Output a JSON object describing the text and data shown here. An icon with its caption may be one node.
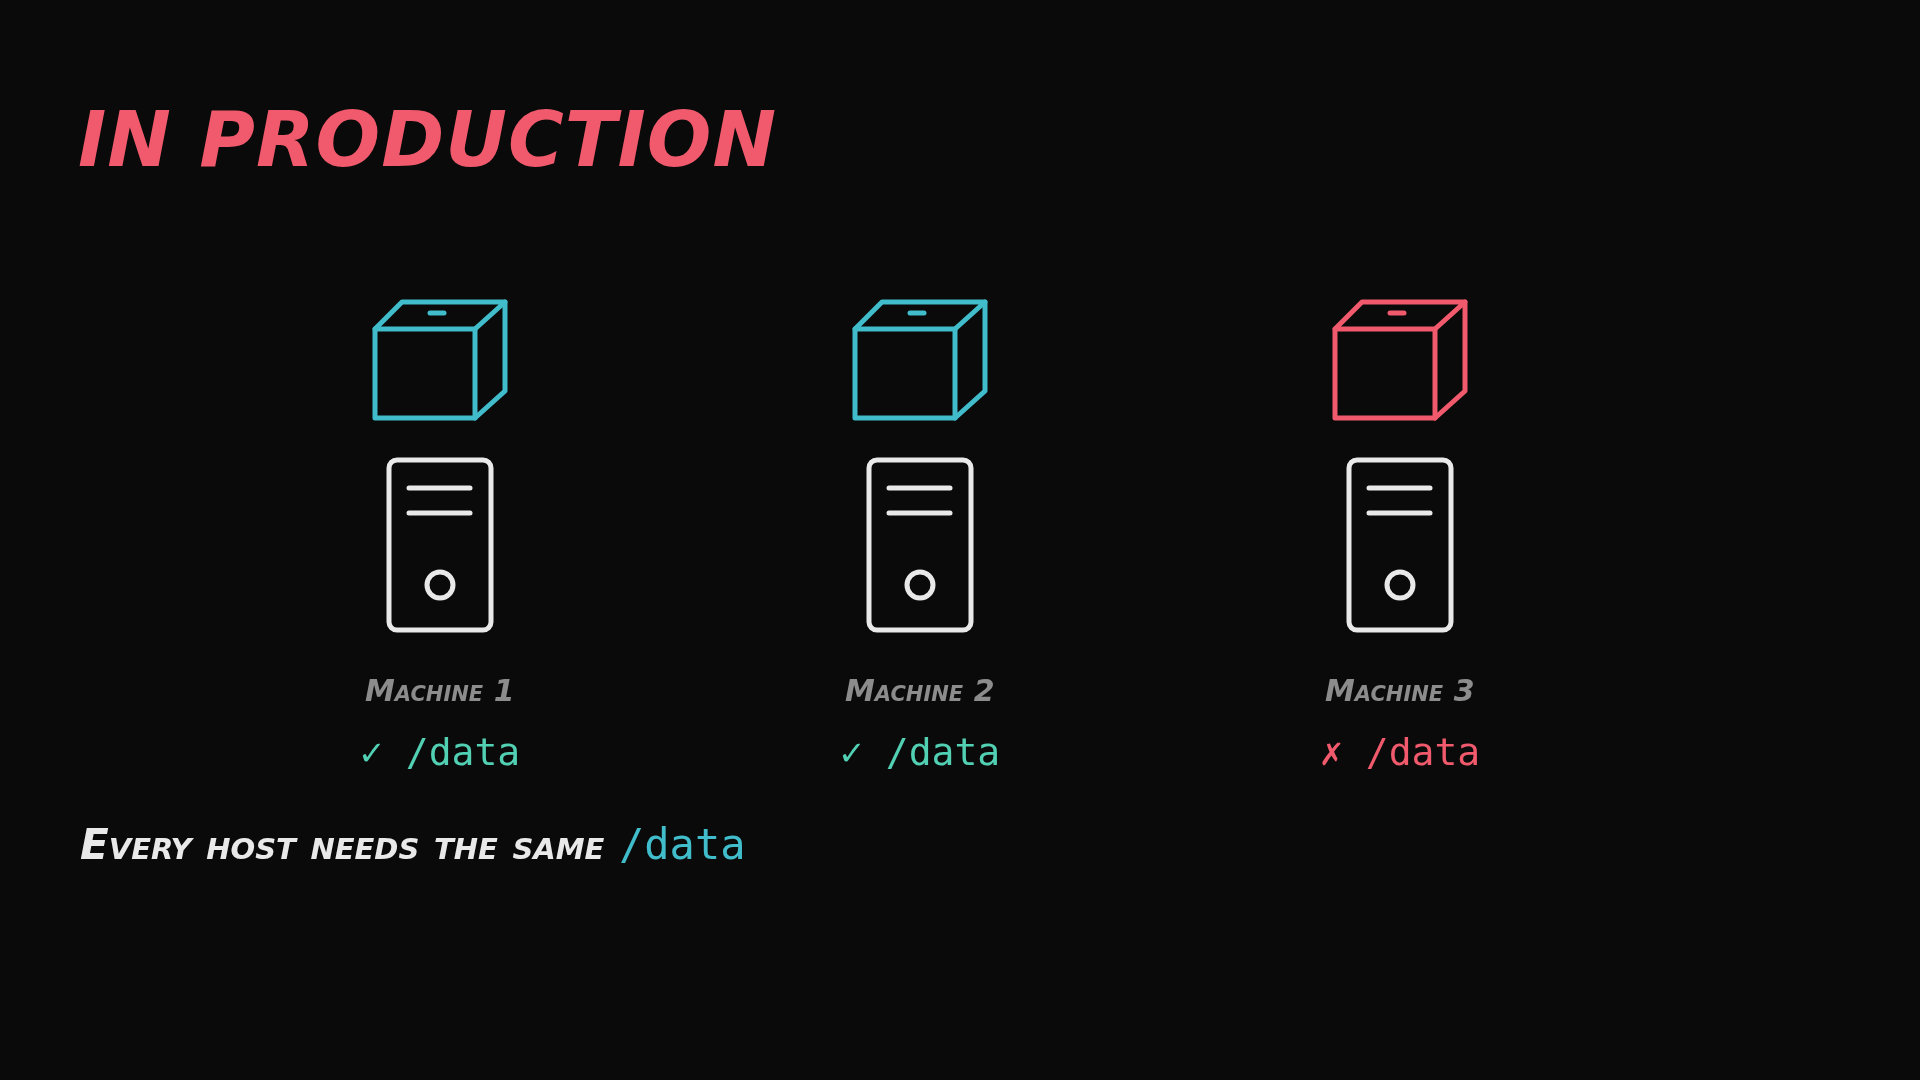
{
  "diagram": {
    "title": "IN PRODUCTION",
    "labels": [
      "Machine 1",
      "✓ /data",
      "Machine 2",
      "✓ /data",
      "Machine 3",
      "✗ /data"
    ],
    "caption": "Every host needs the same /data"
  }
}
